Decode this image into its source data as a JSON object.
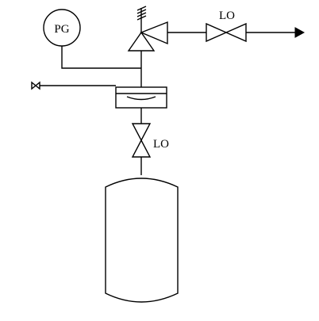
{
  "diagram": {
    "labels": {
      "pressure_gauge": "PG",
      "top_valve_lock": "LO",
      "vertical_valve_lock": "LO"
    },
    "colors": {
      "stroke": "#000000",
      "background": "#ffffff"
    },
    "icons": {
      "pressure_gauge": "pressure-gauge-icon",
      "relief_valve": "relief-valve-icon",
      "gate_valve": "gate-valve-icon",
      "flow_arrow": "flow-arrow-icon",
      "vent": "vent-valve-icon",
      "vessel": "storage-tank-icon"
    }
  }
}
